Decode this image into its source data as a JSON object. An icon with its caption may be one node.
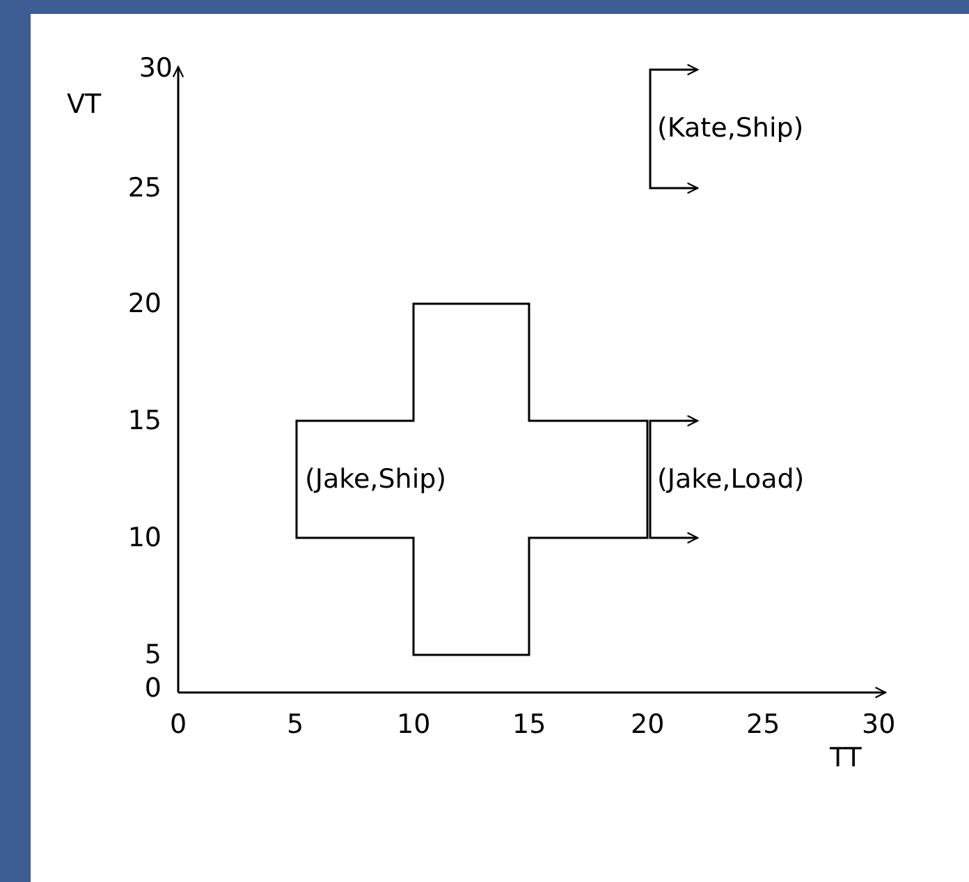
{
  "diagram": {
    "nodes": [
      {
        "text": [
          "(Jake,Ship)"
        ]
      },
      {
        "text": [
          "(Jake,Load)"
        ]
      },
      {
        "text": [
          "(Kate,Ship)"
        ]
      }
    ],
    "edges": [],
    "labels": [
      "30",
      "VT",
      "25",
      "20",
      "15",
      "10",
      "5",
      "0",
      "0",
      "5",
      "10",
      "15",
      "20",
      "25",
      "30",
      "TT"
    ]
  }
}
